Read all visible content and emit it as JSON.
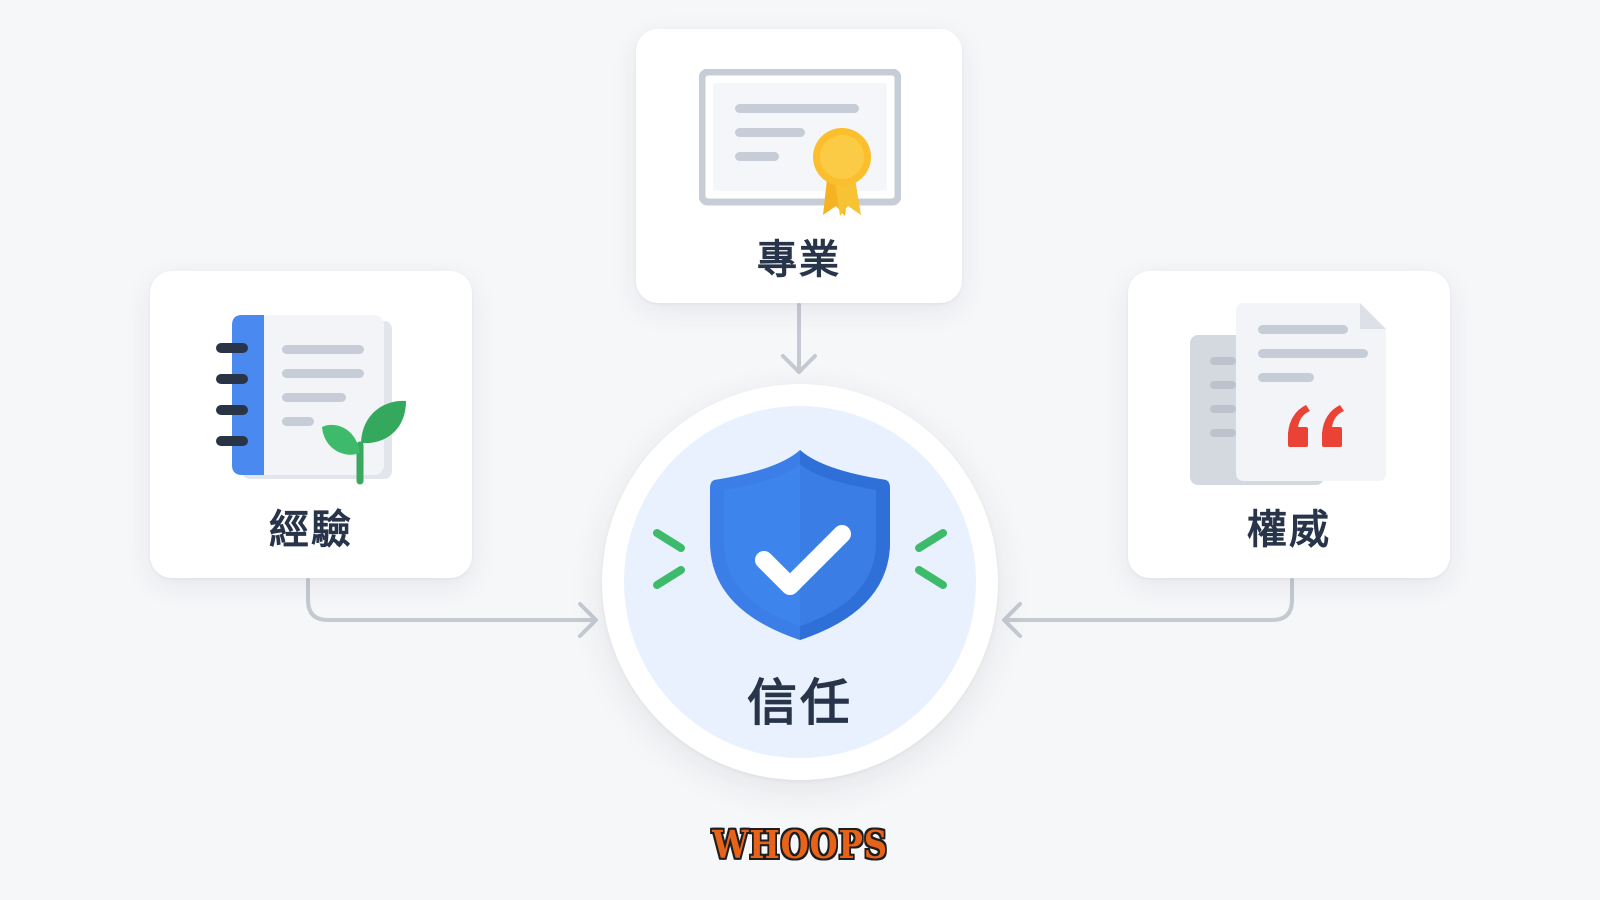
{
  "diagram": {
    "nodes": {
      "expertise": {
        "label": "專業",
        "icon": "certificate-icon"
      },
      "experience": {
        "label": "經驗",
        "icon": "notebook-sprout-icon"
      },
      "authority": {
        "label": "權威",
        "icon": "quote-document-icon"
      },
      "trust": {
        "label": "信任",
        "icon": "shield-check-icon"
      }
    },
    "edges": [
      {
        "from": "expertise",
        "to": "trust"
      },
      {
        "from": "experience",
        "to": "trust"
      },
      {
        "from": "authority",
        "to": "trust"
      }
    ]
  },
  "footer": {
    "word": "WHOOPS"
  },
  "colors": {
    "background": "#f6f7f9",
    "card": "#ffffff",
    "label_text": "#283449",
    "connector": "#c5cad2",
    "shield_blue": "#3b7ee8",
    "hub_fill": "#e8f1fd",
    "accent_green": "#3dbb6a",
    "ribbon_gold": "#f7b927",
    "quote_red": "#ea4335",
    "footer_orange": "#e8631a"
  }
}
